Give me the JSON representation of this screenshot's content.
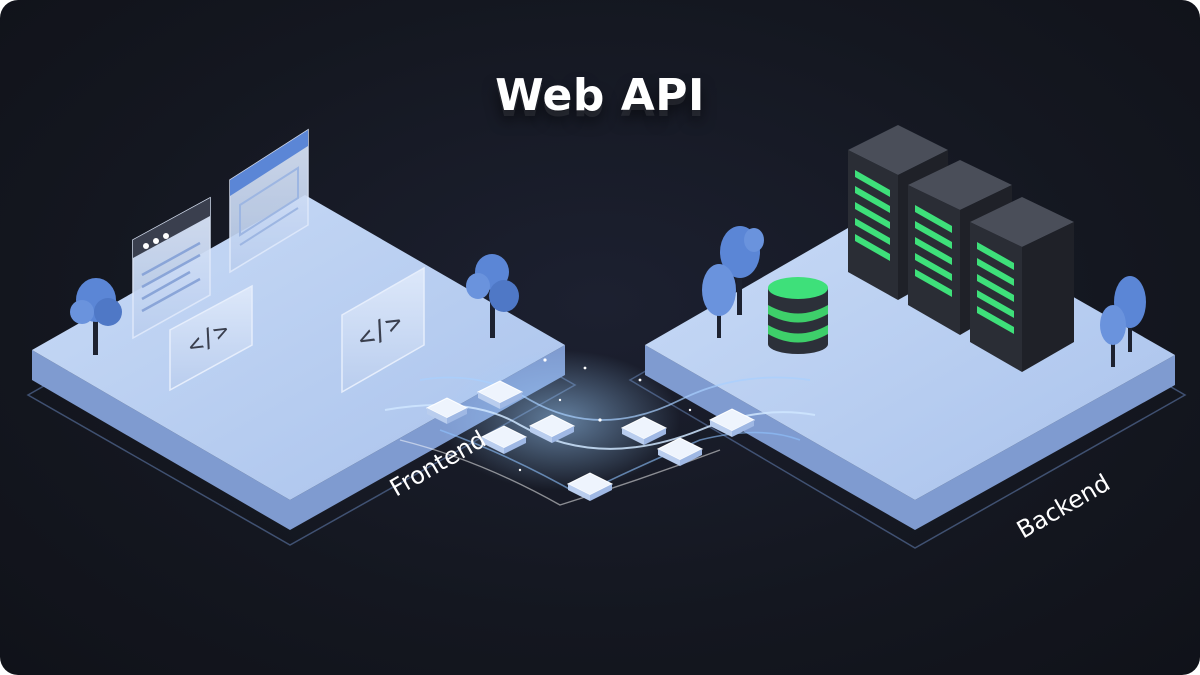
{
  "title": "Web API",
  "labels": {
    "frontend": "Frontend",
    "backend": "Backend"
  },
  "code_symbol": "</>",
  "icons": [
    "browser-window-icon",
    "code-icon",
    "tree-icon",
    "database-icon",
    "server-rack-icon",
    "data-packet-icon"
  ],
  "colors": {
    "background": "#151821",
    "platform": "#b7cdf0",
    "platform_side": "#7f9bd0",
    "accent_blue": "#5b86d6",
    "server_body": "#33363f",
    "server_green": "#3ee07a",
    "database_green": "#3ecf6a",
    "text": "#ffffff"
  }
}
